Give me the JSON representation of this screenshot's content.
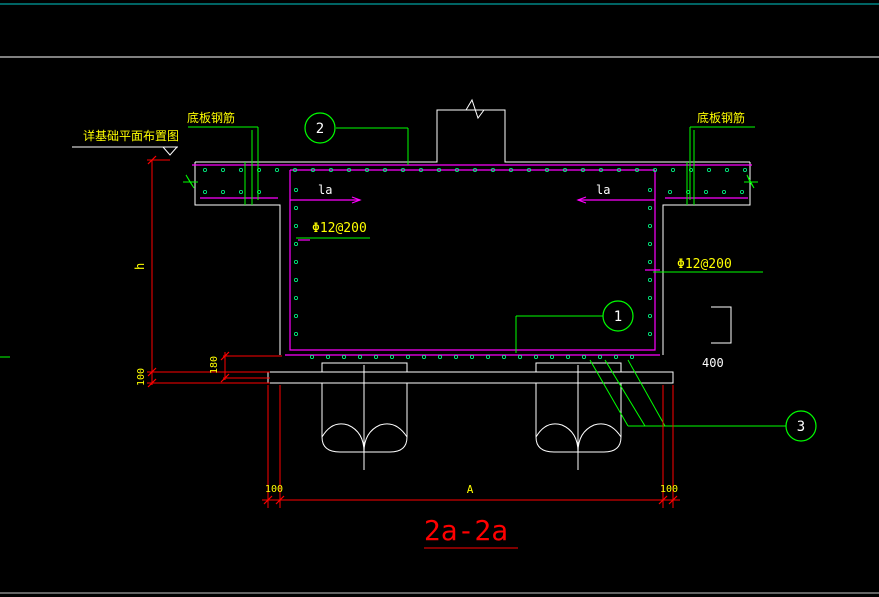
{
  "drawing": {
    "title": "2a-2a",
    "labels": {
      "bottom_rebar_left": "底板钢筋",
      "bottom_rebar_right": "底板钢筋",
      "foundation_plan_ref": "详基础平面布置图",
      "anchor_left": "la",
      "anchor_right": "la",
      "rebar_spec_left": "Φ12@200",
      "rebar_spec_right": "Φ12@200",
      "callout_1": "1",
      "callout_2": "2",
      "callout_3": "3",
      "height": "h",
      "dim_180": "180",
      "dim_100_vertical": "100",
      "dim_100_left": "100",
      "dim_100_right": "100",
      "dim_width": "A",
      "dim_400": "400"
    },
    "colors": {
      "background": "#000000",
      "concrete_outline": "#ffffff",
      "rebar": "#ff00ff",
      "leader": "#00ff00",
      "text_yellow": "#ffff00",
      "dimension": "#ff0000",
      "title_red": "#ff0000",
      "frame_cyan": "#00c8c8"
    }
  }
}
